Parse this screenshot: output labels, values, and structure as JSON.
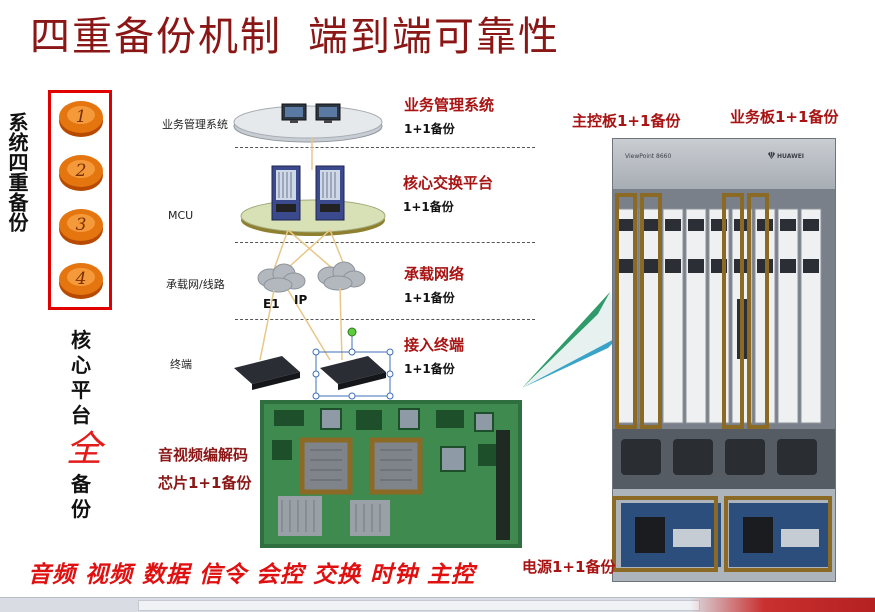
{
  "title": {
    "part1": "四重备份机制",
    "part2": "端到端可靠性"
  },
  "left": {
    "label": "系统四重备份",
    "badges": [
      "1",
      "2",
      "3",
      "4"
    ],
    "core": [
      "核",
      "心",
      "平",
      "台",
      "全",
      "备",
      "份"
    ]
  },
  "layers": {
    "layer1": "业务管理系统",
    "layer2": "MCU",
    "layer3": "承载网/线路",
    "layer4": "终端",
    "e1": "E1",
    "ip": "IP"
  },
  "backups": [
    {
      "title": "业务管理系统",
      "sub": "1+1备份"
    },
    {
      "title": "核心交换平台",
      "sub": "1+1备份"
    },
    {
      "title": "承载网络",
      "sub": "1+1备份"
    },
    {
      "title": "接入终端",
      "sub": "1+1备份"
    }
  ],
  "codec": {
    "line1": "音视频编解码",
    "line2": "芯片1+1备份"
  },
  "chassis": {
    "main_board": "主控板1+1备份",
    "service_board": "业务板1+1备份",
    "power": "电源1+1备份",
    "model": "ViewPoint 8660",
    "brand": "HUAWEI"
  },
  "bottom": "音频 视频 数据 信令 会控 交换 时钟 主控",
  "colors": {
    "title": "#8b1616",
    "accent_red": "#e00000",
    "gold": "#8a6a25"
  }
}
